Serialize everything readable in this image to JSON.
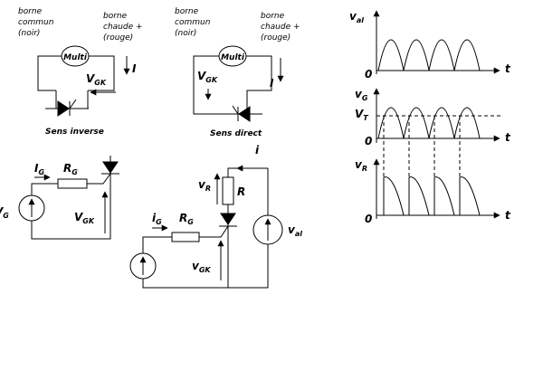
{
  "circuit_a": {
    "label_common_1": "borne",
    "label_common_2": "commun",
    "label_common_3": "(noir)",
    "label_hot_1": "borne",
    "label_hot_2": "chaude +",
    "label_hot_3": "(rouge)",
    "meter": "Multi",
    "current": "I",
    "voltage": "V",
    "voltage_sub": "GK",
    "caption": "Sens inverse"
  },
  "circuit_b": {
    "label_common_1": "borne",
    "label_common_2": "commun",
    "label_common_3": "(noir)",
    "label_hot_1": "borne",
    "label_hot_2": "chaude +",
    "label_hot_3": "(rouge)",
    "meter": "Multi",
    "current": "I",
    "voltage": "V",
    "voltage_sub": "GK",
    "caption": "Sens direct"
  },
  "circuit_c": {
    "ig": "I",
    "ig_sub": "G",
    "rg": "R",
    "rg_sub": "G",
    "vg": "V",
    "vg_sub": "G",
    "vgk": "V",
    "vgk_sub": "GK"
  },
  "circuit_d": {
    "i": "i",
    "vr": "v",
    "vr_sub": "R",
    "r": "R",
    "ig": "i",
    "ig_sub": "G",
    "rg": "R",
    "rg_sub": "G",
    "val": "v",
    "val_sub": "al",
    "vgk": "v",
    "vgk_sub": "GK"
  },
  "waveforms": {
    "val": "v",
    "val_sub": "al",
    "vg": "v",
    "vg_sub": "G",
    "vt": "V",
    "vt_sub": "T",
    "vr": "v",
    "vr_sub": "R",
    "t": "t",
    "zero": "0"
  }
}
